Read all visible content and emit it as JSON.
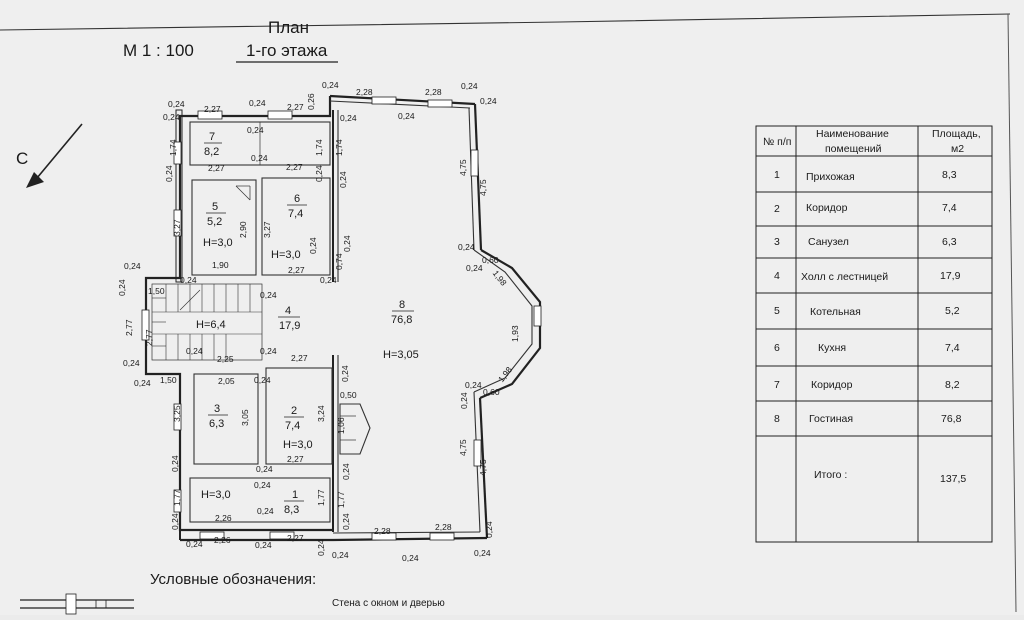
{
  "header": {
    "plan_word": "План",
    "scale": "М 1  :  100",
    "floor": "1-го этажа"
  },
  "compass": {
    "letter": "С",
    "icon": "north-arrow-icon"
  },
  "rooms": [
    {
      "num": "7",
      "area": "8,2"
    },
    {
      "num": "5",
      "area": "5,2",
      "height": "H=3,0"
    },
    {
      "num": "6",
      "area": "7,4",
      "height": "H=3,0"
    },
    {
      "num": "4",
      "area": "17,9",
      "height": "H=6,4"
    },
    {
      "num": "8",
      "area": "76,8",
      "height": "H=3,05"
    },
    {
      "num": "3",
      "area": "6,3"
    },
    {
      "num": "2",
      "area": "7,4",
      "height": "H=3,0"
    },
    {
      "num": "1",
      "area": "8,3",
      "height": "H=3,0"
    }
  ],
  "dims": {
    "d024": "0,24",
    "d227": "2,27",
    "d228": "2,28",
    "d174": "1,74",
    "d327": "3,27",
    "d290": "2,90",
    "d190": "1,90",
    "d150": "1,50",
    "d277": "2,77",
    "d225": "2,25",
    "d205": "2,05",
    "d325": "3,25",
    "d305": "3,05",
    "d324": "3,24",
    "d177": "1,77",
    "d226": "2,26",
    "d475": "4,75",
    "d060": "0,60",
    "d198": "1,98",
    "d193": "1,93",
    "d074": "0,74",
    "d050": "0,50",
    "d106": "1,06",
    "d026": "0,26"
  },
  "table": {
    "headers": [
      "№ п/п",
      "Наименование помещений",
      "Площадь, м2"
    ],
    "rows": [
      [
        "1",
        "Прихожая",
        "8,3"
      ],
      [
        "2",
        "Коридор",
        "7,4"
      ],
      [
        "3",
        "Санузел",
        "6,3"
      ],
      [
        "4",
        "Холл с лестницей",
        "17,9"
      ],
      [
        "5",
        "Котельная",
        "5,2"
      ],
      [
        "6",
        "Кухня",
        "7,4"
      ],
      [
        "7",
        "Коридор",
        "8,2"
      ],
      [
        "8",
        "Гостиная",
        "76,8"
      ]
    ],
    "total_label": "Итого :",
    "total_value": "137,5"
  },
  "legend": {
    "title": "Условные обозначения:",
    "item": "Стена с окном и дверью"
  }
}
